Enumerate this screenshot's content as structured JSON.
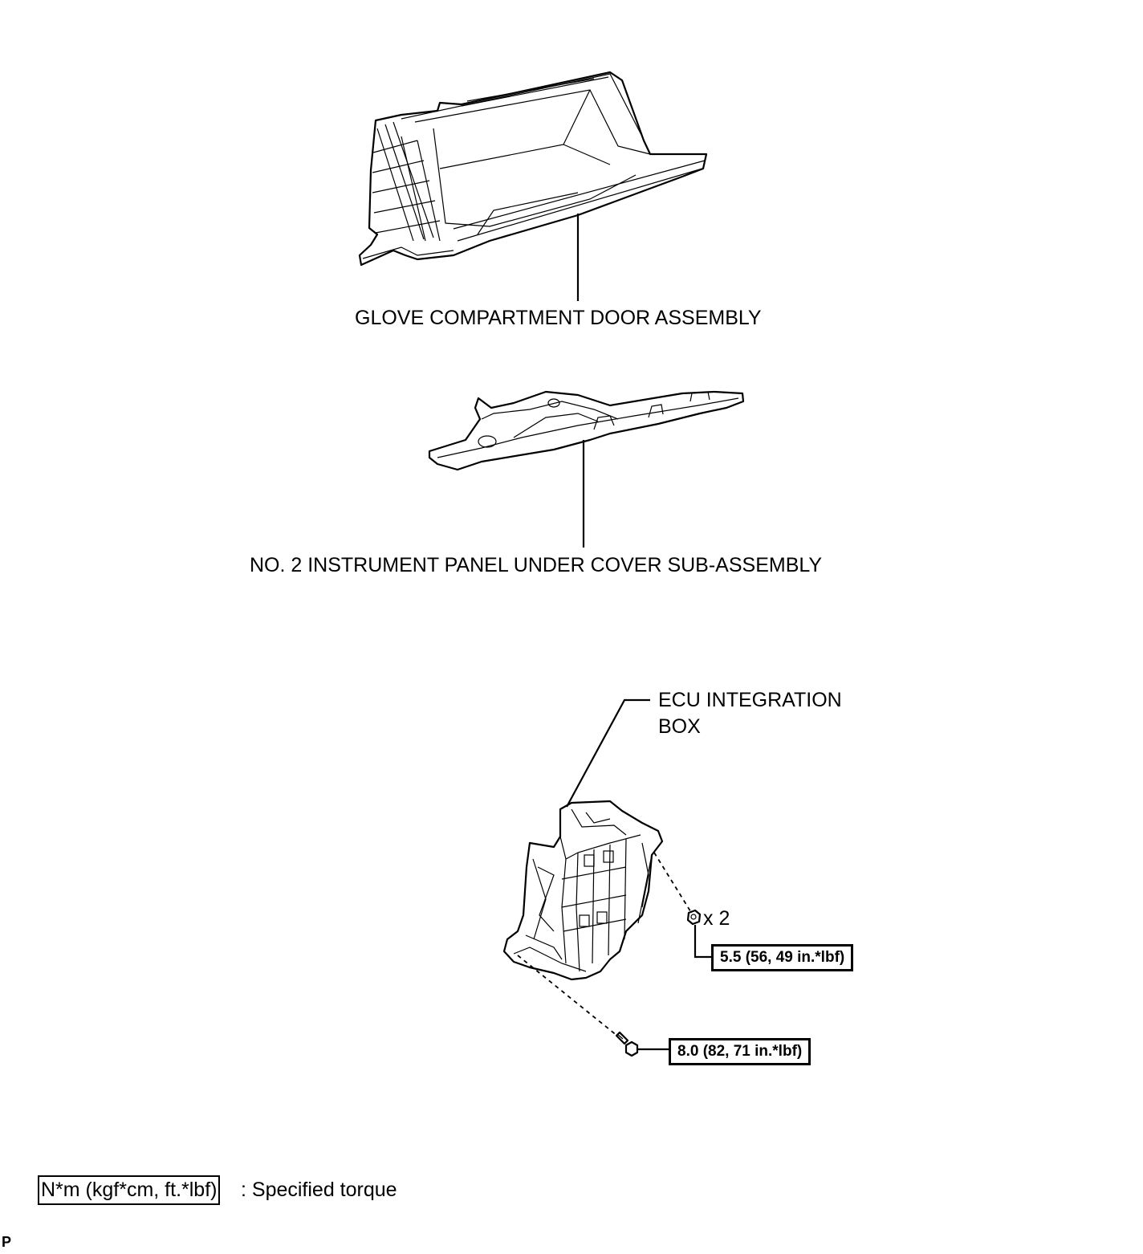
{
  "labels": {
    "glove_door": "GLOVE COMPARTMENT DOOR ASSEMBLY",
    "under_cover": "NO. 2 INSTRUMENT PANEL UNDER COVER SUB-ASSEMBLY",
    "ecu_line1": "ECU INTEGRATION",
    "ecu_line2": "BOX",
    "nut_qty": "x 2"
  },
  "torques": {
    "nut": "5.5 (56, 49 in.*lbf)",
    "bolt": "8.0 (82, 71 in.*lbf)"
  },
  "legend": {
    "unit": "N*m (kgf*cm, ft.*lbf)",
    "text": ": Specified torque"
  },
  "corner_mark": "P"
}
